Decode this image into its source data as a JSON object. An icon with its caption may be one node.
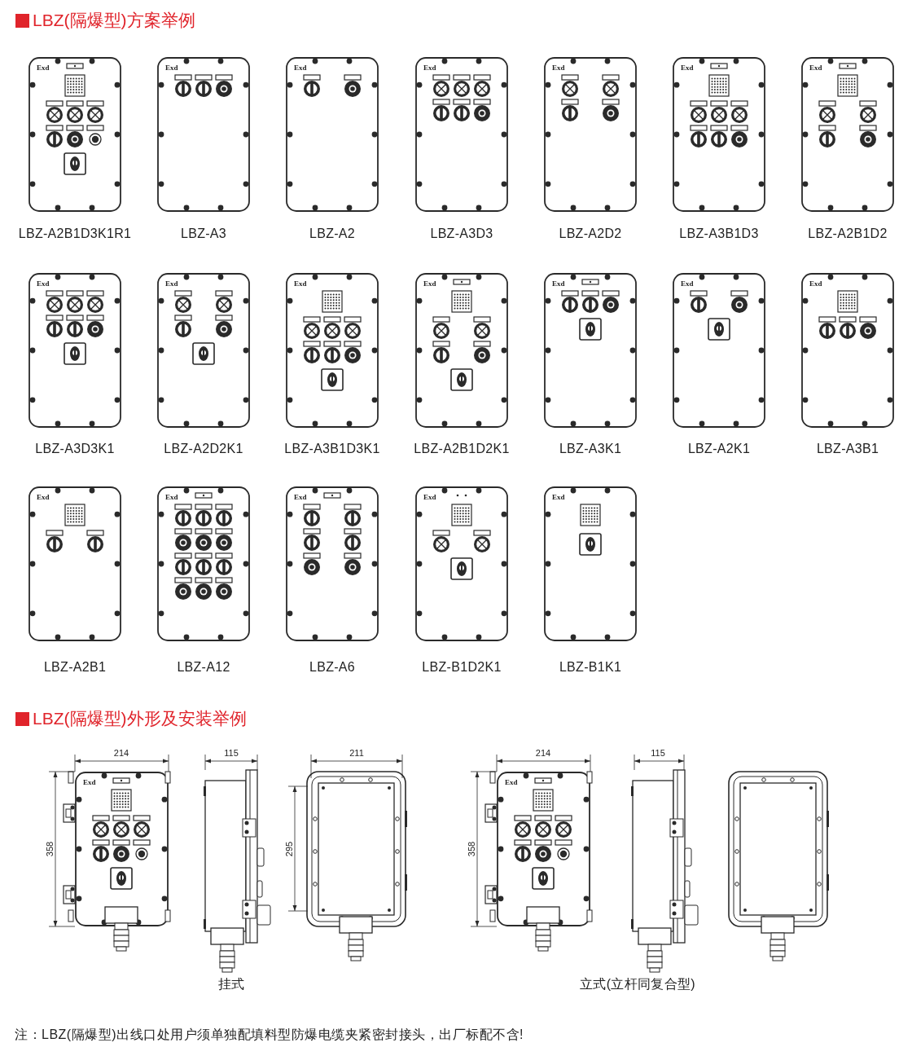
{
  "diagram": {
    "nodes": [
      {
        "text": [
          "Exd"
        ],
        "beside": [
          "LBZ-A2B1D3K1R1"
        ]
      },
      {
        "text": [
          "Exd"
        ],
        "beside": [
          "LBZ-A3"
        ]
      },
      {
        "text": [
          "Exd"
        ],
        "beside": [
          "LBZ-A2"
        ]
      },
      {
        "text": [
          "Exd"
        ],
        "beside": [
          "LBZ-A3D3"
        ]
      },
      {
        "text": [
          "Exd"
        ],
        "beside": [
          "LBZ-A2D2"
        ]
      },
      {
        "text": [
          "Exd"
        ],
        "beside": [
          "LBZ-A3B1D3"
        ]
      },
      {
        "text": [
          "Exd"
        ],
        "beside": [
          "LBZ-A2B1D2"
        ]
      },
      {
        "text": [
          "Exd"
        ],
        "beside": [
          "LBZ-A3D3K1"
        ]
      },
      {
        "text": [
          "Exd"
        ],
        "beside": [
          "LBZ-A2D2K1"
        ]
      },
      {
        "text": [
          "Exd"
        ],
        "beside": [
          "LBZ-A3B1D3K1"
        ]
      },
      {
        "text": [
          "Exd"
        ],
        "beside": [
          "LBZ-A2B1D2K1"
        ]
      },
      {
        "text": [
          "Exd"
        ],
        "beside": [
          "LBZ-A3K1"
        ]
      },
      {
        "text": [
          "Exd"
        ],
        "beside": [
          "LBZ-A2K1"
        ]
      },
      {
        "text": [
          "Exd"
        ],
        "beside": [
          "LBZ-A3B1"
        ]
      },
      {
        "text": [
          "Exd"
        ],
        "beside": [
          "LBZ-A2B1"
        ]
      },
      {
        "text": [
          "Exd"
        ],
        "beside": [
          "LBZ-A12"
        ]
      },
      {
        "text": [
          "Exd"
        ],
        "beside": [
          "LBZ-A6"
        ]
      },
      {
        "text": [
          "Exd"
        ],
        "beside": [
          "LBZ-B1D2K1"
        ]
      },
      {
        "text": [
          "Exd"
        ],
        "beside": [
          "LBZ-B1K1"
        ]
      },
      {
        "text": [
          "Exd"
        ]
      },
      {
        "text": [
          "Exd"
        ]
      }
    ],
    "labels": [
      "LBZ(隔爆型)方案举例",
      "LBZ(隔爆型)外形及安装举例",
      "214",
      "358",
      "115",
      "211",
      "295",
      "214",
      "358",
      "115",
      "挂式",
      "立式(立杆同复合型)",
      "注：LBZ(隔爆型)出线口处用户须单独配填料型防爆电缆夹紧密封接头，出厂标配不含!"
    ]
  }
}
